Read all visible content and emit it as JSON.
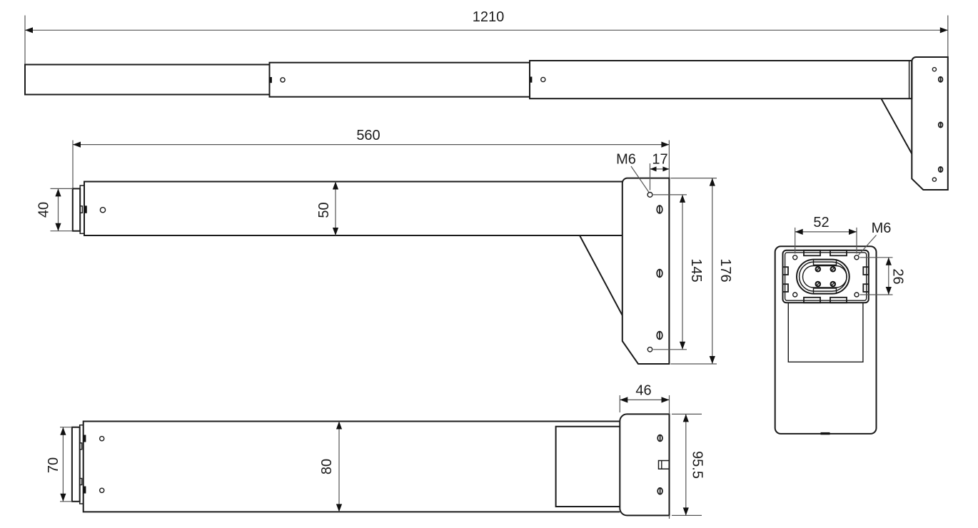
{
  "drawing": {
    "type": "technical_dimension_drawing",
    "subject": "telescopic wall-mount support arm with mounting plate",
    "background_color": "#ffffff",
    "outline_color": "#1a1a1a",
    "dimension_line_color": "#545454",
    "views": [
      {
        "id": "top-view",
        "description": "plan view of three-stage telescopic arm with wall plate"
      },
      {
        "id": "side-view",
        "description": "side elevation of outer tube with mounting plate"
      },
      {
        "id": "bottom-view",
        "description": "bottom elevation of outer tube with mounting plate"
      },
      {
        "id": "front-view",
        "description": "front view of mounting plate with clamp and slotted oval"
      }
    ]
  },
  "dims": {
    "overall_length": "1210",
    "extended_length": "560",
    "end_cap_height_side": "40",
    "tube_height_side": "50",
    "thread_side": "M6",
    "edge_offset": "17",
    "hole_spacing_side": "145",
    "plate_height_side": "176",
    "plate_hole_spacing_h": "52",
    "thread_front": "M6",
    "plate_hole_spacing_v": "26",
    "plate_depth": "46",
    "plate_height_bottom": "95.5",
    "end_cap_height_bottom": "70",
    "tube_height_bottom": "80"
  }
}
